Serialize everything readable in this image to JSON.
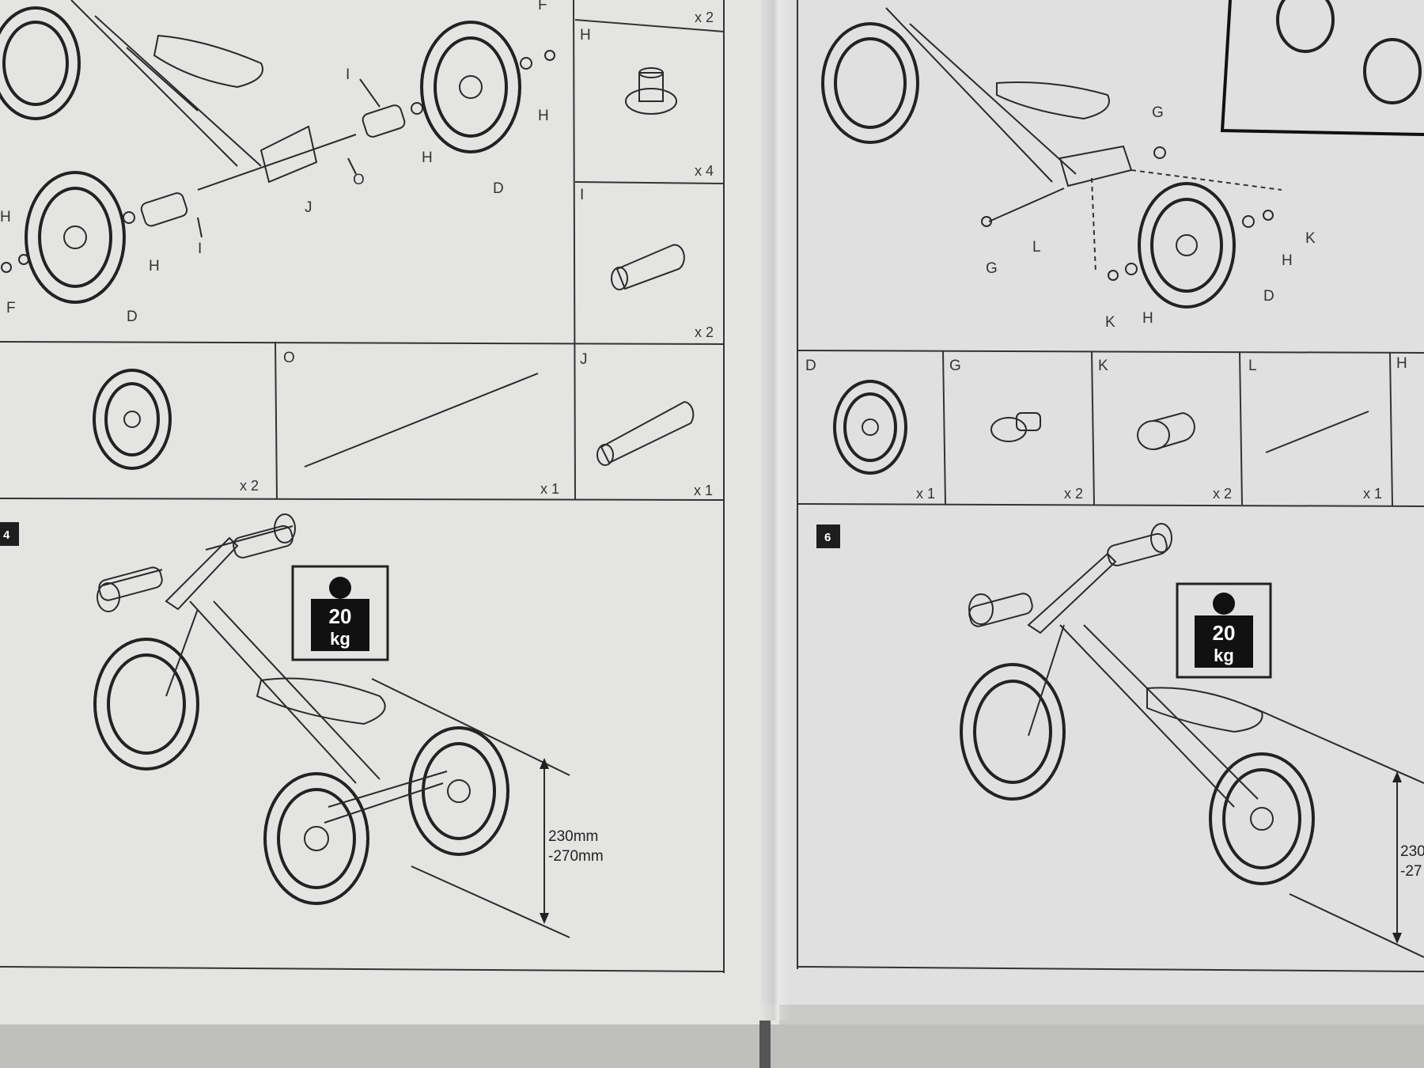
{
  "left_page": {
    "top_callouts": [
      "F",
      "I",
      "H",
      "H",
      "O",
      "J",
      "D",
      "H",
      "H",
      "I",
      "F",
      "D"
    ],
    "side_parts": [
      {
        "label": "H",
        "qty": "x 2"
      },
      {
        "label": "",
        "qty": "x 4"
      },
      {
        "label": "I",
        "qty": ""
      },
      {
        "label": "",
        "qty": "x 2"
      }
    ],
    "parts_row": [
      {
        "label": "",
        "qty": "x 2"
      },
      {
        "label": "O",
        "qty": "x 1"
      },
      {
        "label": "J",
        "qty": "x 1"
      }
    ],
    "step": {
      "number": "4",
      "weight_value": "20",
      "weight_unit": "kg",
      "dim_line1": "230mm",
      "dim_line2": "-270mm"
    }
  },
  "right_page": {
    "top_callouts": [
      "G",
      "L",
      "G",
      "K",
      "H",
      "D",
      "K",
      "H"
    ],
    "parts_row": [
      {
        "label": "D",
        "qty": "x 1"
      },
      {
        "label": "G",
        "qty": "x 2"
      },
      {
        "label": "K",
        "qty": "x 2"
      },
      {
        "label": "L",
        "qty": "x 1"
      },
      {
        "label": "H",
        "qty": ""
      }
    ],
    "step": {
      "number": "6",
      "weight_value": "20",
      "weight_unit": "kg",
      "dim_line1": "230",
      "dim_line2": "-27"
    }
  }
}
